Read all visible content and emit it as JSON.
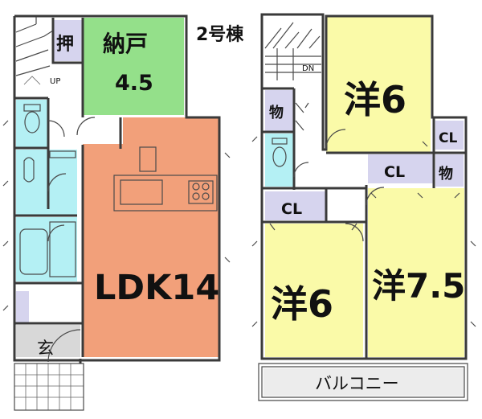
{
  "building_label": "2号棟",
  "first_floor": {
    "storage_oshiire": "押",
    "nando_label": "納戸",
    "nando_size": "4.5",
    "stairs_label": "UP",
    "ldk_label": "LDK14",
    "entrance_label": "玄"
  },
  "second_floor": {
    "stairs_label": "DN",
    "storage_mono_left": "物",
    "storage_mono_right": "物",
    "room_top": "洋6",
    "room_bottom_left": "洋6",
    "room_bottom_right": "洋7.5",
    "closet_top_right": "CL",
    "closet_middle": "CL",
    "closet_left": "CL",
    "balcony_label": "バルコニー"
  },
  "colors": {
    "ldk": "#f2a07a",
    "nando": "#94e08a",
    "western_room": "#fafaa8",
    "wet_area": "#b4f0f4",
    "closet": "#d6d4ee",
    "entrance": "#d8d8d8",
    "balcony": "#ececec",
    "walls": "#3a3a3a"
  }
}
